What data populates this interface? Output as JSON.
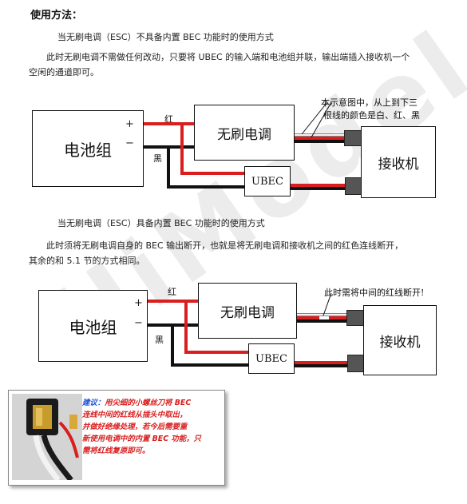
{
  "title": "使用方法：",
  "section1": {
    "subtitle": "当无刷电调（ESC）不具备内置 BEC 功能时的使用方式",
    "para_line1": "此时无刷电调不需做任何改动，只要将 UBEC 的输入端和电池组并联，输出端插入接收机一个",
    "para_line2": "空闲的通道即可。"
  },
  "diagram1": {
    "battery": "电池组",
    "plus": "+",
    "minus": "−",
    "red_label": "红",
    "black_label": "黑",
    "esc": "无刷电调",
    "ubec": "UBEC",
    "receiver": "接收机",
    "note_line1": "本示意图中，从上到下三",
    "note_line2": "根线的颜色是白、红、黑"
  },
  "section2": {
    "subtitle": "当无刷电调（ESC）具备内置 BEC 功能时的使用方式",
    "para_line1": "此时须将无刷电调自身的 BEC 输出断开，也就是将无刷电调和接收机之间的红色连线断开，",
    "para_line2": "其余的和 5.1 节的方式相同。"
  },
  "diagram2": {
    "battery": "电池组",
    "plus": "+",
    "minus": "−",
    "red_label": "红",
    "black_label": "黑",
    "esc": "无刷电调",
    "ubec": "UBEC",
    "receiver": "接收机",
    "note": "此时需将中间的红线断开!"
  },
  "tip": {
    "prefix": "建议：",
    "line1": "用尖细的小螺丝刀将 BEC",
    "line2": "连线中间的红线从插头中取出，",
    "line3": "并做好绝缘处理，若今后需要重",
    "line4": "新使用电调中的内置 BEC 功能，只",
    "line5": "需将红线复原即可。"
  },
  "watermark": "HiModel"
}
